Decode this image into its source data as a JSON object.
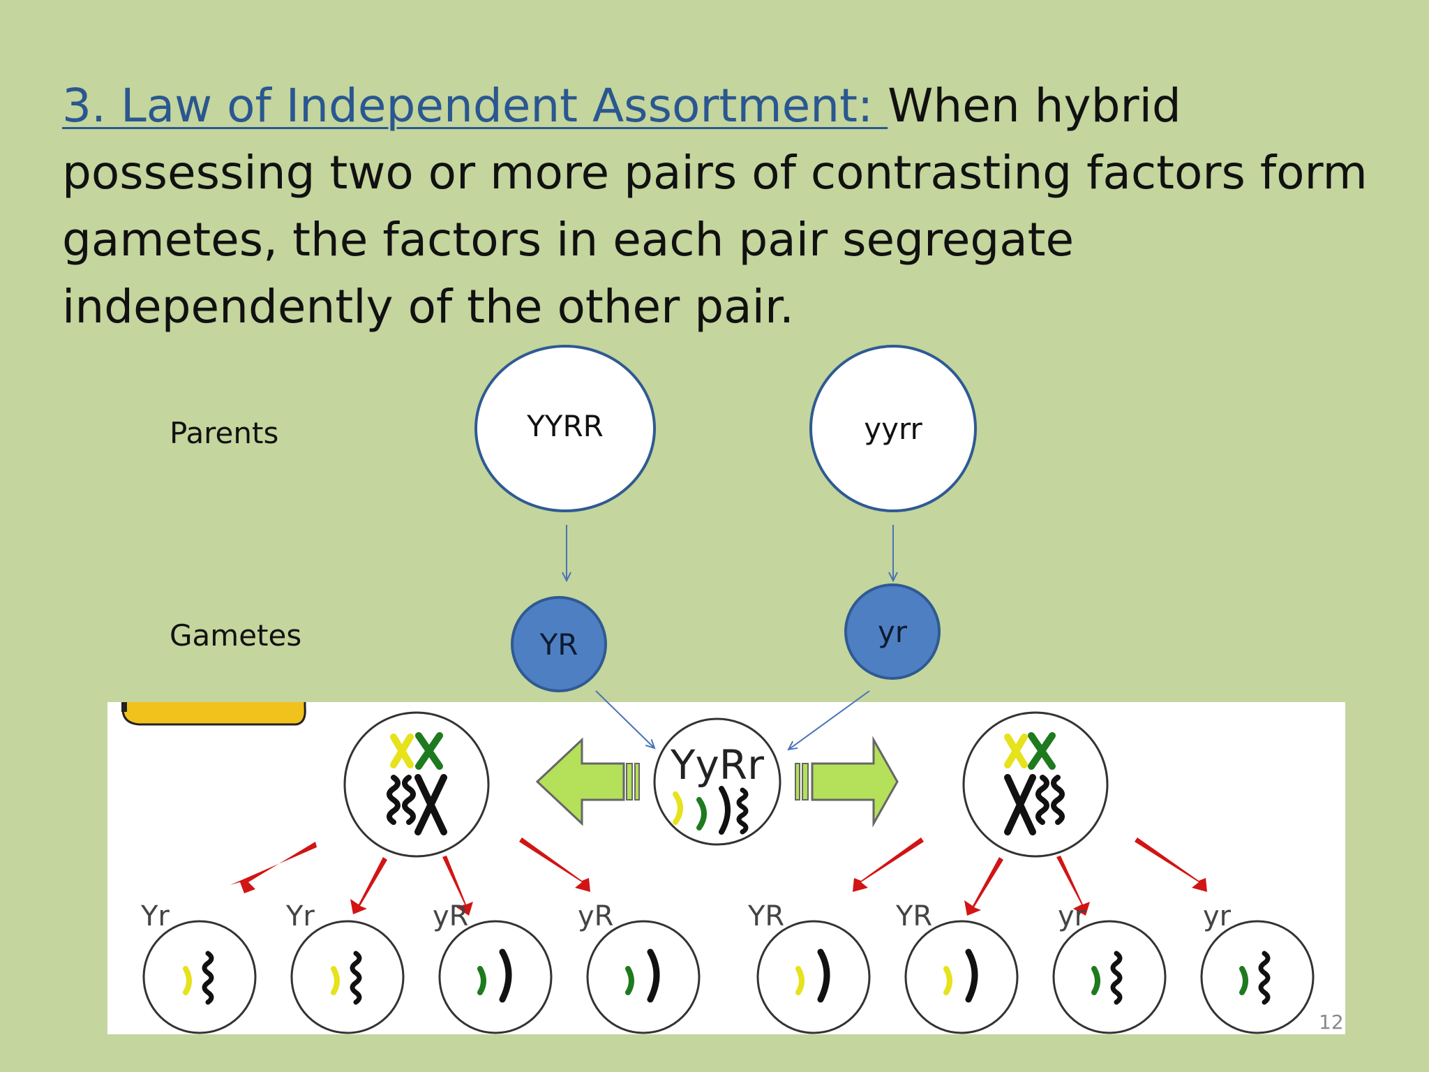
{
  "heading": {
    "law": "3. Law of Independent Assortment: ",
    "text": "When hybrid possessing two or more pairs of contrasting  factors form gametes, the factors in each  pair segregate independently of the other pair."
  },
  "labels": {
    "parents": "Parents",
    "gametes": "Gametes"
  },
  "parents": [
    "YYRR",
    "yyrr"
  ],
  "gametes": [
    "YR",
    "yr"
  ],
  "hybrid": "YyRr",
  "offspring_gametes": [
    "Yr",
    "Yr",
    "yR",
    "yR",
    "YR",
    "YR",
    "yr",
    "yr"
  ],
  "colors": {
    "background": "#c4d59d",
    "link": "#2a5790",
    "gamete_fill": "#4e7fc3",
    "circle_border": "#2f5a92",
    "arrow_green": "#b4e05a",
    "arrow_red": "#d11414",
    "chrom_yellow": "#e6e21c",
    "chrom_green": "#1e7a1e"
  },
  "page_number": "12"
}
